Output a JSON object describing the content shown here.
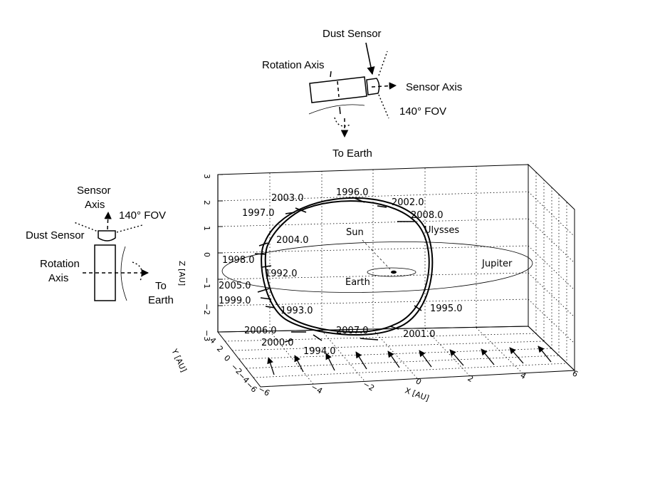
{
  "top_inset": {
    "dust_sensor": "Dust Sensor",
    "rotation_axis": "Rotation Axis",
    "sensor_axis": "Sensor Axis",
    "fov": "140° FOV",
    "to_earth": "To Earth"
  },
  "left_inset": {
    "sensor_axis_line1": "Sensor",
    "sensor_axis_line2": "Axis",
    "fov": "140° FOV",
    "dust_sensor": "Dust Sensor",
    "rotation_axis_line1": "Rotation",
    "rotation_axis_line2": "Axis",
    "to_earth_line1": "To",
    "to_earth_line2": "Earth"
  },
  "plot": {
    "xlabel": "X [AU]",
    "ylabel": "Y [AU]",
    "zlabel": "Z [AU]",
    "x_ticks": [
      "−6",
      "−4",
      "−2",
      "0",
      "2",
      "4",
      "6"
    ],
    "y_ticks": [
      "−6",
      "−4",
      "−2",
      "0",
      "2",
      "4"
    ],
    "z_ticks": [
      "3",
      "2",
      "1",
      "0",
      "−1",
      "−2",
      "−3"
    ],
    "labels": {
      "sun": "Sun",
      "earth": "Earth",
      "jupiter": "Jupiter",
      "ulysses": "Ulysses"
    },
    "epochs": [
      {
        "id": "1996",
        "text": "1996.0"
      },
      {
        "id": "2002",
        "text": "2002.0"
      },
      {
        "id": "2003",
        "text": "2003.0"
      },
      {
        "id": "1997",
        "text": "1997.0"
      },
      {
        "id": "2008",
        "text": "2008.0"
      },
      {
        "id": "2004",
        "text": "2004.0"
      },
      {
        "id": "1998",
        "text": "1998.0"
      },
      {
        "id": "1992",
        "text": "1992.0"
      },
      {
        "id": "2005",
        "text": "2005.0"
      },
      {
        "id": "1999",
        "text": "1999.0"
      },
      {
        "id": "1993",
        "text": "1993.0"
      },
      {
        "id": "1995",
        "text": "1995.0"
      },
      {
        "id": "2006",
        "text": "2006.0"
      },
      {
        "id": "2007",
        "text": "2007.0"
      },
      {
        "id": "2000",
        "text": "2000.0"
      },
      {
        "id": "2001",
        "text": "2001.0"
      },
      {
        "id": "1994",
        "text": "1994.0"
      }
    ]
  }
}
